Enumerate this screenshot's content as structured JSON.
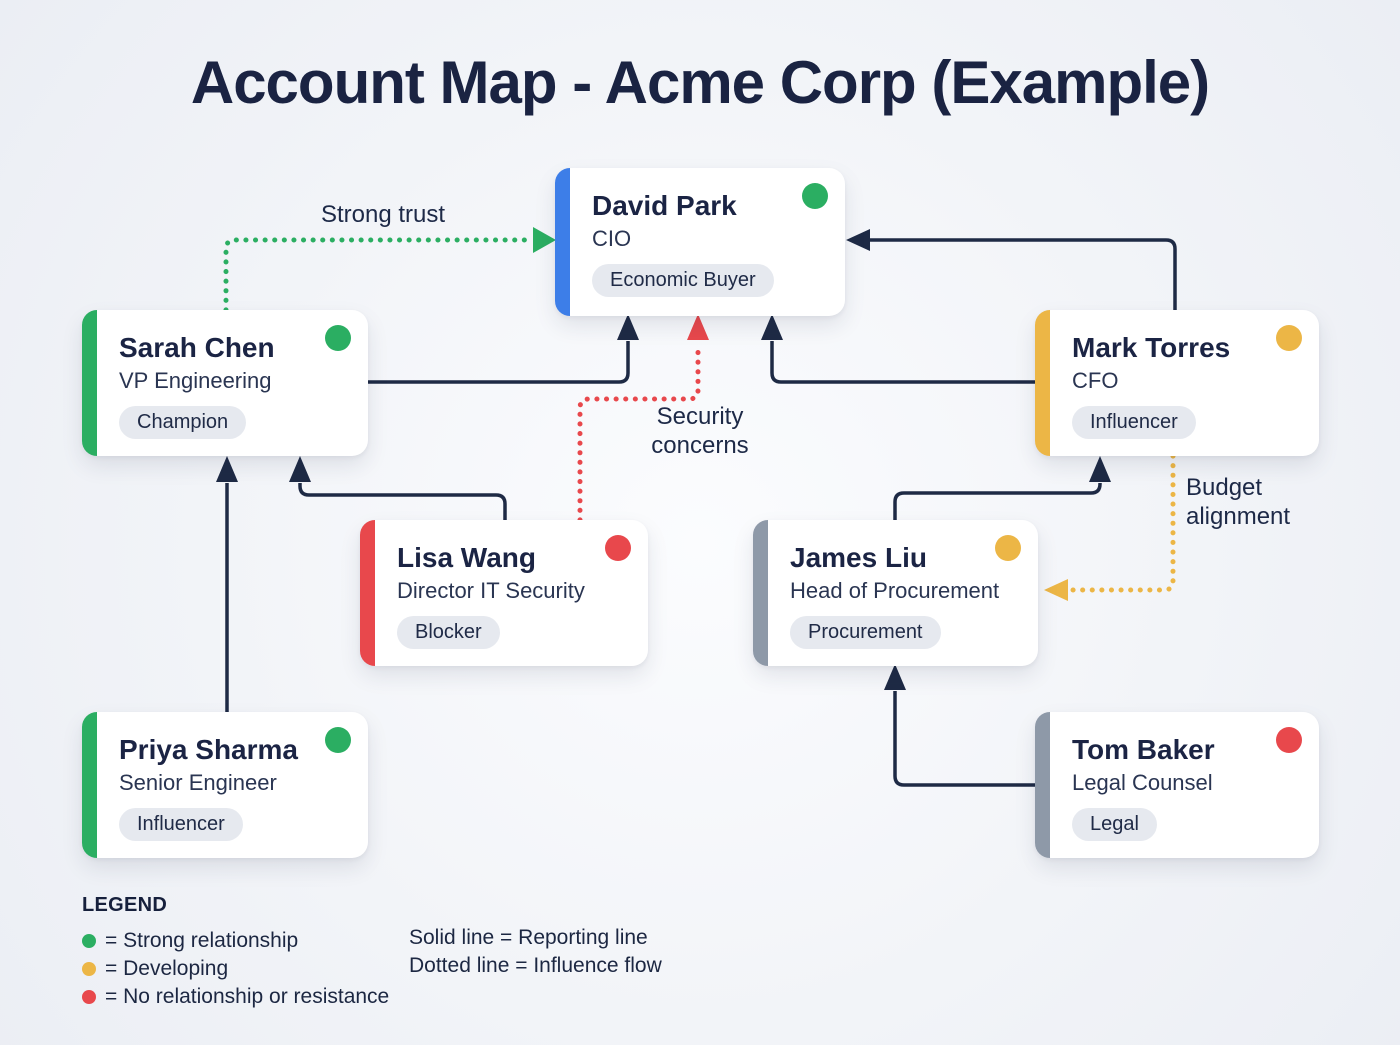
{
  "title": "Account Map - Acme Corp (Example)",
  "people": [
    {
      "name": "David Park",
      "role": "CIO",
      "badge": "Economic Buyer",
      "bar_color": "#3d7ee8",
      "dot_color": "#2bae62"
    },
    {
      "name": "Sarah Chen",
      "role": "VP Engineering",
      "badge": "Champion",
      "bar_color": "#2bae62",
      "dot_color": "#2bae62"
    },
    {
      "name": "Mark Torres",
      "role": "CFO",
      "badge": "Influencer",
      "bar_color": "#ecb646",
      "dot_color": "#ecb646"
    },
    {
      "name": "Lisa Wang",
      "role": "Director IT Security",
      "badge": "Blocker",
      "bar_color": "#e8484c",
      "dot_color": "#e8484c"
    },
    {
      "name": "James Liu",
      "role": "Head of Procurement",
      "badge": "Procurement",
      "bar_color": "#8e99a8",
      "dot_color": "#ecb646"
    },
    {
      "name": "Priya Sharma",
      "role": "Senior Engineer",
      "badge": "Influencer",
      "bar_color": "#2bae62",
      "dot_color": "#2bae62"
    },
    {
      "name": "Tom Baker",
      "role": "Legal Counsel",
      "badge": "Legal",
      "bar_color": "#8e99a8",
      "dot_color": "#e8484c"
    }
  ],
  "edge_labels": {
    "strong_trust": "Strong trust",
    "security_concerns": "Security concerns",
    "budget_alignment": "Budget alignment"
  },
  "legend": {
    "heading": "LEGEND",
    "dot_items": [
      {
        "color": "#2bae62",
        "label": "= Strong relationship"
      },
      {
        "color": "#ecb646",
        "label": "= Developing"
      },
      {
        "color": "#e8484c",
        "label": "= No relationship or resistance"
      }
    ],
    "line_items": [
      "Solid line = Reporting line",
      "Dotted line = Influence flow"
    ]
  },
  "colors": {
    "reporting_line": "#1e2a45",
    "influence_strong": "#2bae62",
    "influence_developing": "#ecb646",
    "influence_resistance": "#e8484c"
  }
}
